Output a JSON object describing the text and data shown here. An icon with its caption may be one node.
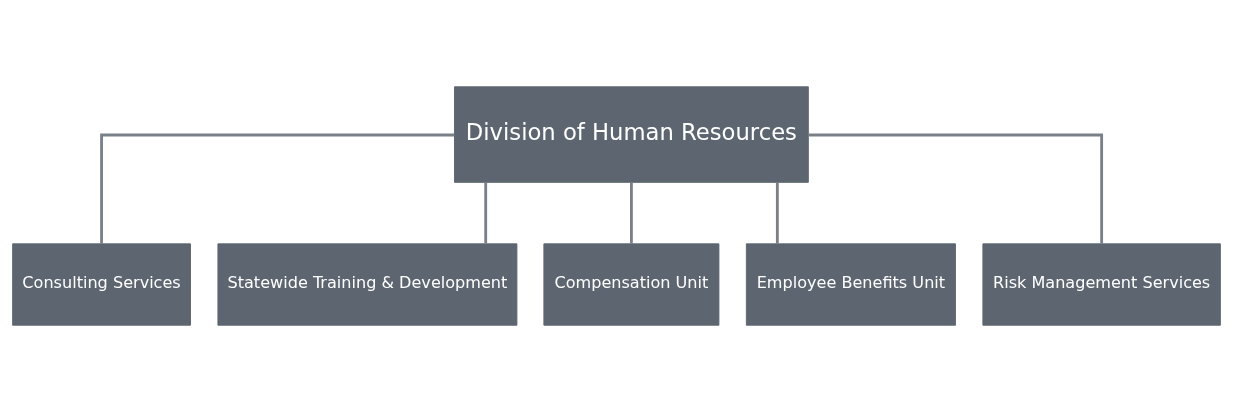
{
  "diagram": {
    "nodes": [
      {
        "text": [
          "Division of Human Resources"
        ]
      },
      {
        "text": [
          "Consulting Services"
        ]
      },
      {
        "text": [
          "Statewide Training & Development"
        ]
      },
      {
        "text": [
          "Compensation Unit"
        ]
      },
      {
        "text": [
          "Employee Benefits Unit"
        ]
      },
      {
        "text": [
          "Risk Management Services"
        ]
      }
    ],
    "edges": [
      {
        "from": 0,
        "to": 1,
        "arrow": "none"
      },
      {
        "from": 0,
        "to": 2,
        "arrow": "none"
      },
      {
        "from": 0,
        "to": 3,
        "arrow": "none"
      },
      {
        "from": 0,
        "to": 4,
        "arrow": "none"
      },
      {
        "from": 0,
        "to": 5,
        "arrow": "none"
      }
    ]
  }
}
